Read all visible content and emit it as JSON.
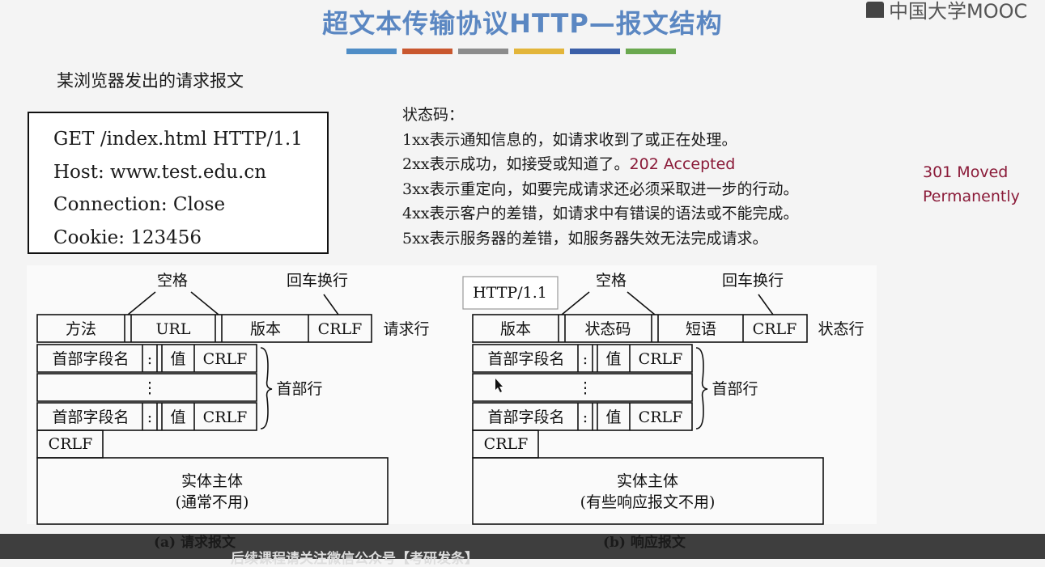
{
  "title": "超文本传输协议HTTP—报文结构",
  "logo": "中国大学MOOC",
  "title_colors": [
    "#4f8dc6",
    "#c9572e",
    "#8c8c8c",
    "#e3b53a",
    "#3b5fa8",
    "#6aa84f"
  ],
  "subtitle": "某浏览器发出的请求报文",
  "request_lines": [
    "GET /index.html HTTP/1.1",
    "Host: www.test.edu.cn",
    "Connection: Close",
    "Cookie: 123456"
  ],
  "status_codes": {
    "heading": "状态码：",
    "lines": [
      "1xx表示通知信息的，如请求收到了或正在处理。",
      "2xx表示成功，如接受或知道了。",
      "3xx表示重定向，如要完成请求还必须采取进一步的行动。",
      "4xx表示客户的差错，如请求中有错误的语法或不能完成。",
      "5xx表示服务器的差错，如服务器失效无法完成请求。"
    ],
    "note_202": "202 Accepted",
    "note_301": [
      "301 Moved",
      "Permanently"
    ],
    "note_color": "#8a1a38"
  },
  "request_diagram": {
    "space": "空格",
    "crlf_label": "回车换行",
    "method": "方法",
    "url": "URL",
    "version": "版本",
    "crlf": "CRLF",
    "row_label": "请求行",
    "field_name": "首部字段名",
    "colon": ":",
    "value": "值",
    "dots": "⋮",
    "header_label": "首部行",
    "body": "实体主体",
    "body_note": "(通常不用)",
    "caption": "(a) 请求报文"
  },
  "response_diagram": {
    "http_version_tag": "HTTP/1.1",
    "space": "空格",
    "crlf_label": "回车换行",
    "version": "版本",
    "status_code": "状态码",
    "phrase": "短语",
    "crlf": "CRLF",
    "row_label": "状态行",
    "field_name": "首部字段名",
    "colon": ":",
    "value": "值",
    "dots": "⋮",
    "header_label": "首部行",
    "body": "实体主体",
    "body_note": "(有些响应报文不用)",
    "caption": "(b) 响应报文"
  },
  "bottom_text": "后续课程请关注微信公众号【考研发条】"
}
